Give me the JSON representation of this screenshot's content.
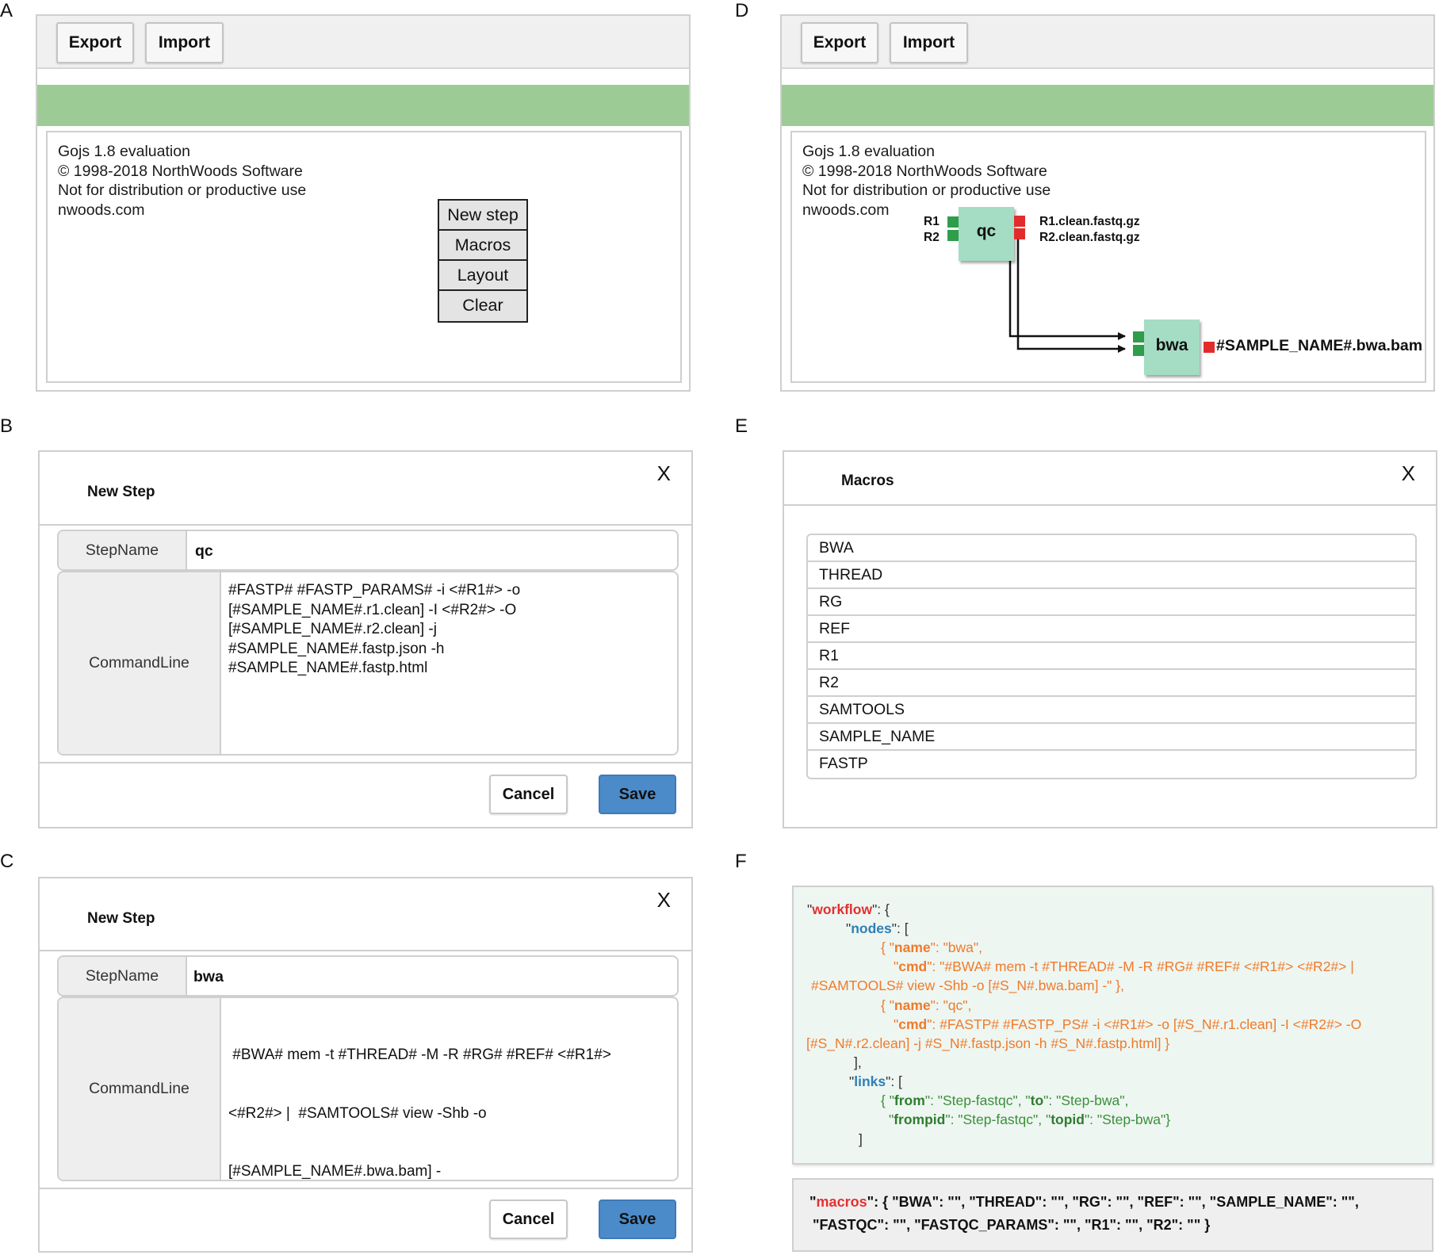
{
  "panel_letters": [
    "A",
    "B",
    "C",
    "D",
    "E",
    "F"
  ],
  "toolbar": {
    "export_label": "Export",
    "import_label": "Import"
  },
  "watermark": {
    "line1": "Gojs 1.8 evaluation",
    "line2": "© 1998-2018 NorthWoods Software",
    "line3": "Not for distribution or productive use",
    "line4": "nwoods.com"
  },
  "context_menu": [
    "New step",
    "Macros",
    "Layout",
    "Clear"
  ],
  "workflow_diagram": {
    "qc": {
      "name": "qc",
      "inputs": [
        "R1",
        "R2"
      ],
      "outputs": [
        "R1.clean.fastq.gz",
        "R2.clean.fastq.gz"
      ]
    },
    "bwa": {
      "name": "bwa",
      "output": "#SAMPLE_NAME#.bwa.bam"
    }
  },
  "new_step_dialog": {
    "title": "New Step",
    "close": "X",
    "stepname_label": "StepName",
    "commandline_label": "CommandLine",
    "cancel_label": "Cancel",
    "save_label": "Save"
  },
  "step_qc": {
    "stepname": "qc",
    "cmd_lines": [
      "#FASTP# #FASTP_PARAMS# -i <#R1#> -o",
      "[#SAMPLE_NAME#.r1.clean] -I <#R2#> -O",
      "[#SAMPLE_NAME#.r2.clean] -j",
      "#SAMPLE_NAME#.fastp.json -h",
      "#SAMPLE_NAME#.fastp.html"
    ]
  },
  "step_bwa": {
    "stepname": "bwa",
    "cmd_lines": [
      " #BWA# mem -t #THREAD# -M -R #RG# #REF# <#R1#>",
      "<#R2#> |  #SAMTOOLS# view -Shb -o",
      "[#SAMPLE_NAME#.bwa.bam] -"
    ]
  },
  "macros_dialog": {
    "title": "Macros",
    "close": "X",
    "items": [
      "BWA",
      "THREAD",
      "RG",
      "REF",
      "R1",
      "R2",
      "SAMTOOLS",
      "SAMPLE_NAME",
      "FASTP"
    ]
  },
  "json_view": {
    "workflow_key": "workflow",
    "nodes_key": "nodes",
    "links_key": "links",
    "name_key": "name",
    "cmd_key": "cmd",
    "from_key": "from",
    "to_key": "to",
    "frompid_key": "frompid",
    "topid_key": "topid",
    "bwa_name": "\"bwa\",",
    "bwa_cmd_1": "\"#BWA# mem -t #THREAD# -M -R #RG# #REF# <#R1#> <#R2#> |",
    "bwa_cmd_2": "#SAMTOOLS# view -Shb -o [#S_N#.bwa.bam] -\" },",
    "qc_name": "\"qc\",",
    "qc_cmd_1": "#FASTP# #FASTP_PS# -i <#R1#> -o [#S_N#.r1.clean] -I <#R2#> -O",
    "qc_cmd_2": "[#S_N#.r2.clean] -j #S_N#.fastp.json -h #S_N#.fastp.html] }",
    "link_from": "\"Step-fastqc\", ",
    "link_to": "\"Step-bwa\",",
    "link_frompid": "\"Step-fastqc\", ",
    "link_topid": "\"Step-bwa\"}",
    "macros_key": "macros",
    "macros_line1": ": {  \"BWA\": \"\", \"THREAD\": \"\", \"RG\": \"\", \"REF\": \"\", \"SAMPLE_NAME\": \"\",",
    "macros_line2": "\"FASTQC\": \"\", \"FASTQC_PARAMS\": \"\", \"R1\": \"\", \"R2\": \"\" }"
  }
}
